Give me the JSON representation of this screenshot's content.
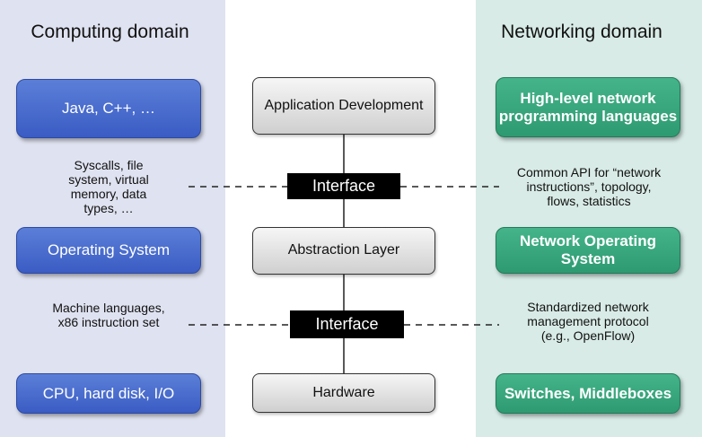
{
  "computing": {
    "title": "Computing domain",
    "box_languages": "Java, C++, …",
    "note_syscalls": "Syscalls, file system, virtual memory, data types, …",
    "box_os": "Operating System",
    "note_machine": "Machine languages, x86 instruction set",
    "box_hardware": "CPU, hard disk, I/O"
  },
  "middle": {
    "box_application": "Application Development",
    "interface_top": "Interface",
    "box_abstraction": "Abstraction Layer",
    "interface_bottom": "Interface",
    "box_hardware": "Hardware"
  },
  "networking": {
    "title": "Networking domain",
    "box_languages": "High-level network programming languages",
    "note_api": "Common API for “network instructions”, topology, flows, statistics",
    "box_nos": "Network Operating System",
    "note_protocol": "Standardized network management protocol (e.g., OpenFlow)",
    "box_switches": "Switches, Middleboxes"
  },
  "colors": {
    "left_panel": "#dfe2f0",
    "right_panel": "#d8ebe6",
    "blue_box": "#3a5cc4",
    "green_box": "#2e9a72"
  }
}
